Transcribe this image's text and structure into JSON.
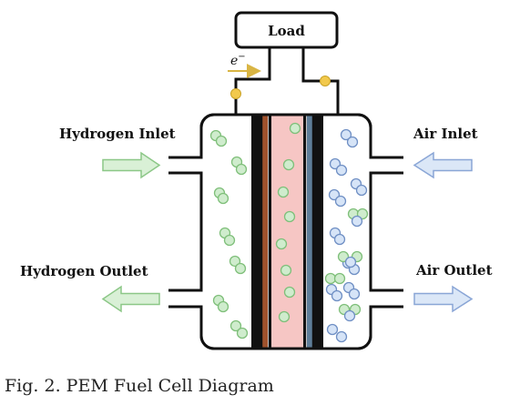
{
  "load": {
    "label": "Load"
  },
  "electron": {
    "symbol": "e",
    "sup": "−"
  },
  "labels": {
    "hydrogen_inlet": "Hydrogen Inlet",
    "hydrogen_outlet": "Hydrogen Outlet",
    "air_inlet": "Air Inlet",
    "air_outlet": "Air Outlet"
  },
  "caption": "Fig. 2. PEM Fuel Cell Diagram",
  "colors": {
    "hydrogen": "#cfeccd",
    "hydrogen_stroke": "#7fbf7a",
    "oxygen": "#d6e4f7",
    "oxygen_stroke": "#6f8fc4",
    "membrane": "#f6c6c4",
    "anode_layer": "#a0522d",
    "cathode_layer": "#5e7d99",
    "electron_arrow": "#d9b544",
    "terminal": "#f2c94c"
  }
}
